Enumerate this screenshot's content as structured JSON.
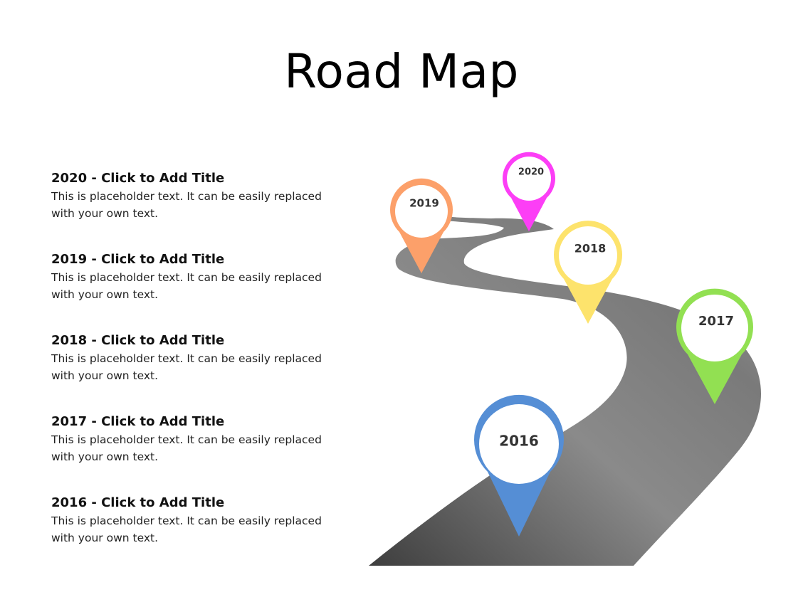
{
  "title": "Road Map",
  "items": [
    {
      "title": "2020 - Click to Add Title",
      "desc": "This is placeholder text. It can be easily replaced with your own text."
    },
    {
      "title": "2019 - Click to Add Title",
      "desc": "This is placeholder text. It can be easily replaced with your own text."
    },
    {
      "title": "2018 - Click to Add Title",
      "desc": "This is placeholder text. It can be easily replaced with your own text."
    },
    {
      "title": "2017 - Click to Add Title",
      "desc": "This is placeholder text. It can be easily replaced with your own text."
    },
    {
      "title": "2016 - Click to Add Title",
      "desc": "This is placeholder text. It can be easily replaced with your own text."
    }
  ],
  "pins": [
    {
      "label": "2016",
      "color": "#558ed5"
    },
    {
      "label": "2017",
      "color": "#92e052"
    },
    {
      "label": "2018",
      "color": "#fde36c"
    },
    {
      "label": "2019",
      "color": "#fca06a"
    },
    {
      "label": "2020",
      "color": "#fc3ef6"
    }
  ]
}
